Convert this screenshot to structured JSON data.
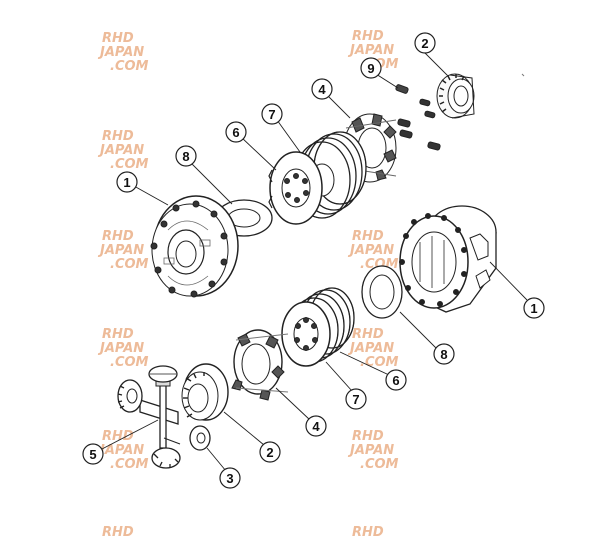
{
  "watermark": {
    "lines": [
      "RHD",
      "JAPAN",
      ".COM"
    ],
    "color": "#e8a878"
  },
  "callouts": {
    "c1_left": "1",
    "c1_right": "1",
    "c2_top": "2",
    "c2_bottom": "2",
    "c3": "3",
    "c4_top": "4",
    "c4_bottom": "4",
    "c5": "5",
    "c6_top": "6",
    "c6_bottom": "6",
    "c7_top": "7",
    "c7_bottom": "7",
    "c8_top": "8",
    "c8_bottom": "8",
    "c9": "9"
  }
}
